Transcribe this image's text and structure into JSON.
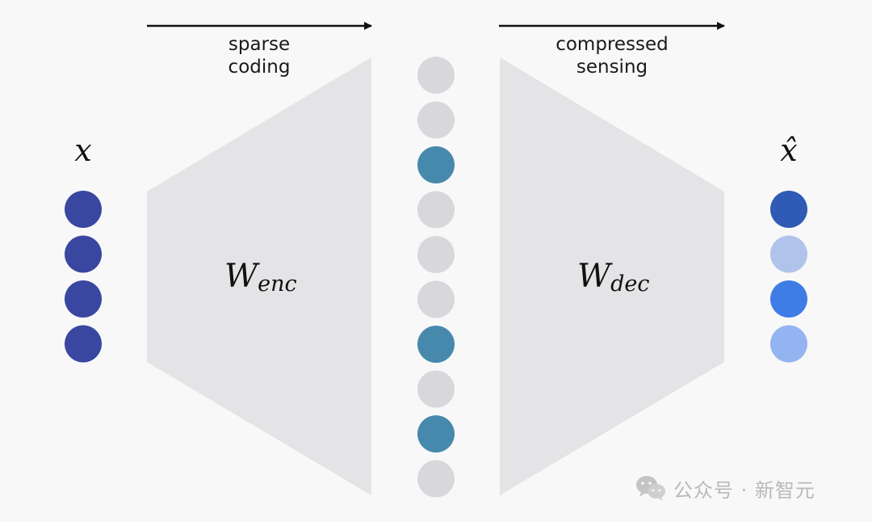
{
  "arrows": {
    "left_label_line1": "sparse",
    "left_label_line2": "coding",
    "right_label_line1": "compressed",
    "right_label_line2": "sensing"
  },
  "input": {
    "label": "x",
    "node_colors": [
      "#3a47a0",
      "#3a47a0",
      "#3a47a0",
      "#3a47a0"
    ]
  },
  "encoder": {
    "symbol": "W",
    "subscript": "enc",
    "fill": "#e4e4e6"
  },
  "latent": {
    "node_colors": [
      "#d8d8dc",
      "#d8d8dc",
      "#4689ad",
      "#d8d8dc",
      "#d8d8dc",
      "#d8d8dc",
      "#4689ad",
      "#d8d8dc",
      "#4689ad",
      "#d8d8dc"
    ]
  },
  "decoder": {
    "symbol": "W",
    "subscript": "dec",
    "fill": "#e4e4e6"
  },
  "output": {
    "label": "x̂",
    "node_colors": [
      "#2f5bb5",
      "#b0c3ea",
      "#3f7de6",
      "#93b4f1"
    ]
  },
  "watermark": {
    "text": "公众号 · 新智元",
    "icon": "wechat-icon"
  }
}
